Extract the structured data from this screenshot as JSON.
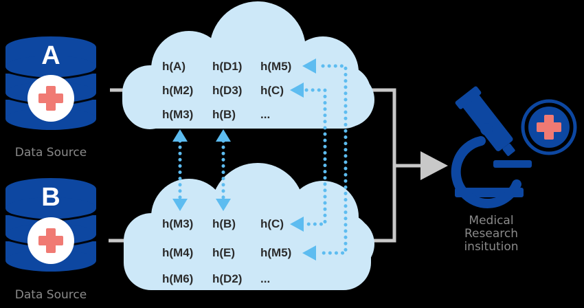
{
  "colors": {
    "background": "#000000",
    "database": "#0d47a1",
    "cross": "#f07a73",
    "cloud": "#cde8f8",
    "arrow_blue": "#5dbcf0",
    "connector_gray": "#c8c8c8",
    "label_gray": "#8a8a8a",
    "microscope": "#0d47a1"
  },
  "sources": [
    {
      "letter": "A",
      "label": "Data Source"
    },
    {
      "letter": "B",
      "label": "Data Source"
    }
  ],
  "clouds": {
    "top": [
      [
        "h(A)",
        "h(D1)",
        "h(M5)"
      ],
      [
        "h(M2)",
        "h(D3)",
        "h(C)"
      ],
      [
        "h(M3)",
        "h(B)",
        "..."
      ]
    ],
    "bottom": [
      [
        "h(M3)",
        "h(B)",
        "h(C)"
      ],
      [
        "h(M4)",
        "h(E)",
        "h(M5)"
      ],
      [
        "h(M6)",
        "h(D2)",
        "..."
      ]
    ]
  },
  "destination": {
    "label_lines": [
      "Medical",
      "Research",
      "insitution"
    ]
  },
  "icons": {
    "database": "database-icon",
    "medical_cross": "medical-cross-icon",
    "microscope": "microscope-icon"
  }
}
